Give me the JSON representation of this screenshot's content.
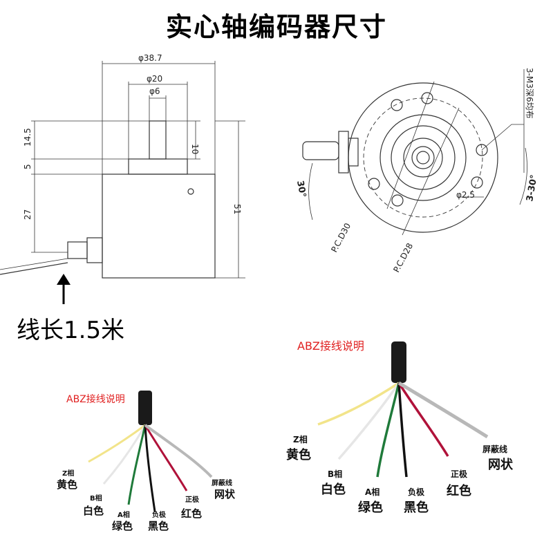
{
  "title": "实心轴编码器尺寸",
  "side_view": {
    "dia_outer": "φ38.7",
    "dia_boss": "φ20",
    "dia_shaft": "φ6",
    "shaft_len": "10",
    "h_14_5": "14.5",
    "h_5": "5",
    "h_27": "27",
    "h_51": "51"
  },
  "front_view": {
    "screws": "3-M3深6均布",
    "angle_30": "30°",
    "angle_3_30": "3-30°",
    "hole_dia": "φ2.5",
    "pcd30": "P.C.D30",
    "pcd28": "P.C.D28"
  },
  "cable_length": "线长1.5米",
  "wiring_small": {
    "heading": "ABZ接线说明",
    "wires": [
      {
        "phase": "Z相",
        "color_name": "黄色"
      },
      {
        "phase": "B相",
        "color_name": "白色"
      },
      {
        "phase": "A相",
        "color_name": "绿色"
      },
      {
        "phase": "负极",
        "color_name": "黑色"
      },
      {
        "phase": "正极",
        "color_name": "红色"
      },
      {
        "phase": "屏蔽线",
        "color_name": "网状"
      }
    ]
  },
  "wiring_large": {
    "heading": "ABZ接线说明",
    "wires": [
      {
        "phase": "Z相",
        "color_name": "黄色"
      },
      {
        "phase": "B相",
        "color_name": "白色"
      },
      {
        "phase": "A相",
        "color_name": "绿色"
      },
      {
        "phase": "负极",
        "color_name": "黑色"
      },
      {
        "phase": "正极",
        "color_name": "红色"
      },
      {
        "phase": "屏蔽线",
        "color_name": "网状"
      }
    ]
  },
  "colors": {
    "yellow": "#f2e48a",
    "white": "#f4f4f4",
    "green": "#1f7a3a",
    "black": "#111111",
    "red": "#b0123a",
    "shield": "#b8b8b8",
    "heading_red": "#e02020"
  }
}
